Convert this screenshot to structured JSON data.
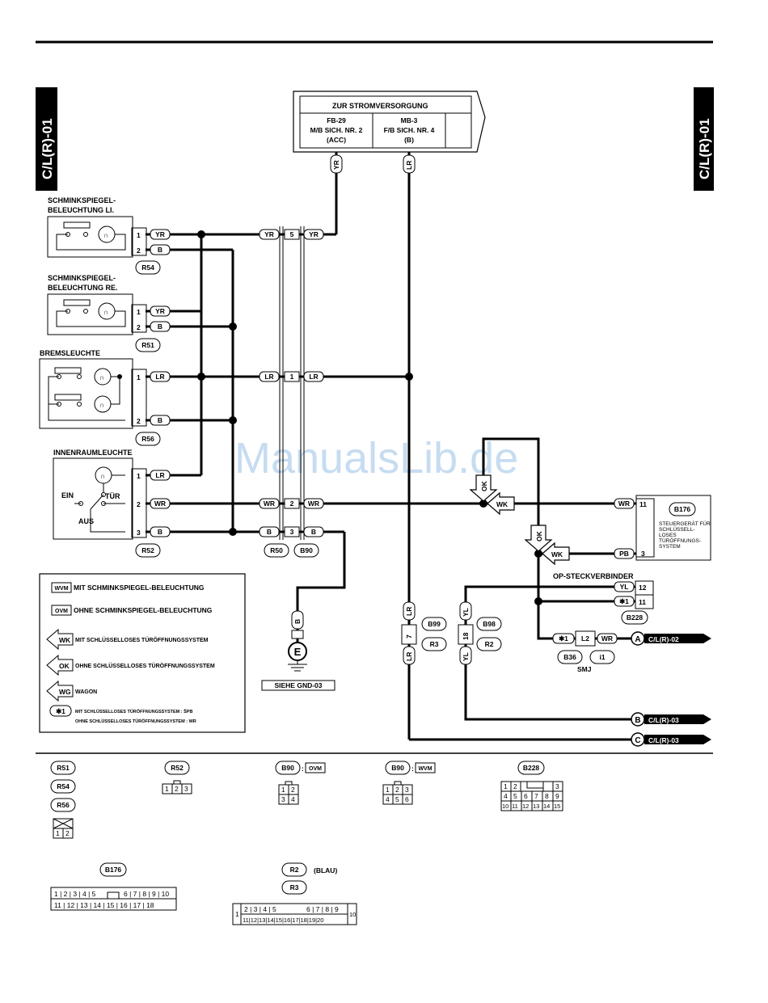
{
  "page_codes": {
    "left": "C/L(R)-01",
    "right": "C/L(R)-01"
  },
  "watermark": "ManualsLib.de",
  "power": {
    "title": "ZUR STROMVERSORGUNG",
    "col1": [
      "FB-29",
      "M/B SICH. NR. 2",
      "(ACC)"
    ],
    "col2": [
      "MB-3",
      "F/B SICH. NR. 4",
      "(B)"
    ]
  },
  "components": {
    "mirror_left": [
      "SCHMINKSPIEGEL-",
      "BELEUCHTUNG LI."
    ],
    "mirror_right": [
      "SCHMINKSPIEGEL-",
      "BELEUCHTUNG RE."
    ],
    "brake_light": "BREMSLEUCHTE",
    "interior_light": "INNENRAUMLEUCHTE",
    "switch": {
      "on": "EIN",
      "door": "TÜR",
      "off": "AUS"
    },
    "ecu": [
      "STEUERGERÄT FÜR",
      "SCHLÜSSELL-",
      "LOSES",
      "TÜRÖFFNUNGS-",
      "SYSTEM"
    ],
    "op_connector": "OP-STECKVERBINDER",
    "smj": "SMJ",
    "ground": {
      "letter": "E",
      "ref": "SIEHE GND-03"
    }
  },
  "wires": {
    "YR": "YR",
    "B": "B",
    "LR": "LR",
    "WR": "WR",
    "PB": "PB",
    "YL": "YL",
    "WK": "WK",
    "OK": "OK",
    "L2": "L2"
  },
  "pins": [
    "1",
    "2",
    "3",
    "5",
    "7",
    "11",
    "12",
    "18"
  ],
  "connectors": {
    "R54": "R54",
    "R51": "R51",
    "R56": "R56",
    "R52": "R52",
    "R50": "R50",
    "B90": "B90",
    "B176": "B176",
    "B228": "B228",
    "B99": "B99",
    "R3": "R3",
    "B98": "B98",
    "R2": "R2",
    "B36": "B36",
    "i1": "i1"
  },
  "star": "✱1",
  "outputs": [
    {
      "letter": "A",
      "ref": "C/L(R)-02"
    },
    {
      "letter": "B",
      "ref": "C/L(R)-03"
    },
    {
      "letter": "C",
      "ref": "C/L(R)-03"
    }
  ],
  "legend": {
    "wvm": {
      "tag": "WVM",
      "text": "MIT SCHMINKSPIEGEL-BELEUCHTUNG"
    },
    "ovm": {
      "tag": "OVM",
      "text": "OHNE SCHMINKSPIEGEL-BELEUCHTUNG"
    },
    "wk": {
      "tag": "WK",
      "text": "MIT SCHLÜSSELLOSES TÜRÖFFNUNGSSYSTEM"
    },
    "ok": {
      "tag": "OK",
      "text": "OHNE SCHLÜSSELLOSES TÜRÖFFNUNGSSYSTEM"
    },
    "wg": {
      "tag": "WG",
      "text": "WAGON"
    },
    "star1": {
      "tag": "✱1",
      "text1": "MIT SCHLÜSSELLOSES TÜRÖFFNUNGSSYSTEM : ŠPB",
      "text2": "OHNE SCHLÜSSELLOSES TÜRÖFFNUNGSSYSTEM : WR"
    }
  },
  "bottom": {
    "r2_note": "(BLAU)"
  }
}
